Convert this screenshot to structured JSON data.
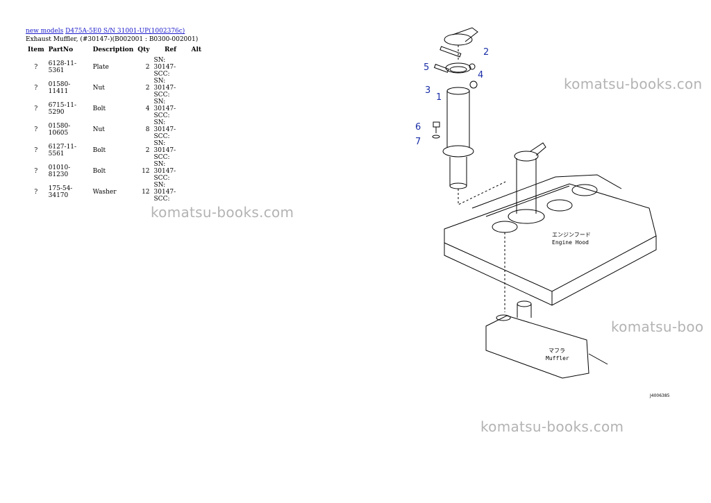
{
  "breadcrumb": {
    "link1": "new models",
    "link2": "D475A-5E0 S/N 31001-UP(1002376c)"
  },
  "subtitle": "Exhaust Muffler, (#30147-)(B002001 : B0300-002001)",
  "table": {
    "headers": [
      "Item",
      "PartNo",
      "Description",
      "Qty",
      "Ref",
      "Alt"
    ],
    "rows": [
      {
        "item": "?",
        "part": "6128-11-5361",
        "desc": "Plate",
        "qty": "2",
        "ref": "SN: 30147-SCC:"
      },
      {
        "item": "?",
        "part": "01580-11411",
        "desc": "Nut",
        "qty": "2",
        "ref": "SN: 30147-SCC:"
      },
      {
        "item": "?",
        "part": "6715-11-5290",
        "desc": "Bolt",
        "qty": "4",
        "ref": "SN: 30147-SCC:"
      },
      {
        "item": "?",
        "part": "01580-10605",
        "desc": "Nut",
        "qty": "8",
        "ref": "SN: 30147-SCC:"
      },
      {
        "item": "?",
        "part": "6127-11-5561",
        "desc": "Bolt",
        "qty": "2",
        "ref": "SN: 30147-SCC:"
      },
      {
        "item": "?",
        "part": "01010-81230",
        "desc": "Bolt",
        "qty": "12",
        "ref": "SN: 30147-SCC:"
      },
      {
        "item": "?",
        "part": "175-54-34170",
        "desc": "Washer",
        "qty": "12",
        "ref": "SN: 30147-SCC:"
      }
    ]
  },
  "watermarks": [
    "komatsu-books.con",
    "komatsu-books.com",
    "komatsu-boo",
    "komatsu-books.com"
  ],
  "diagram": {
    "callouts": [
      "1",
      "2",
      "3",
      "4",
      "5",
      "6",
      "7"
    ],
    "hood_jp": "エンジンフード",
    "hood_en": "Engine Hood",
    "muffler_jp": "マフラ",
    "muffler_en": "Muffler",
    "code": "J4006385"
  }
}
